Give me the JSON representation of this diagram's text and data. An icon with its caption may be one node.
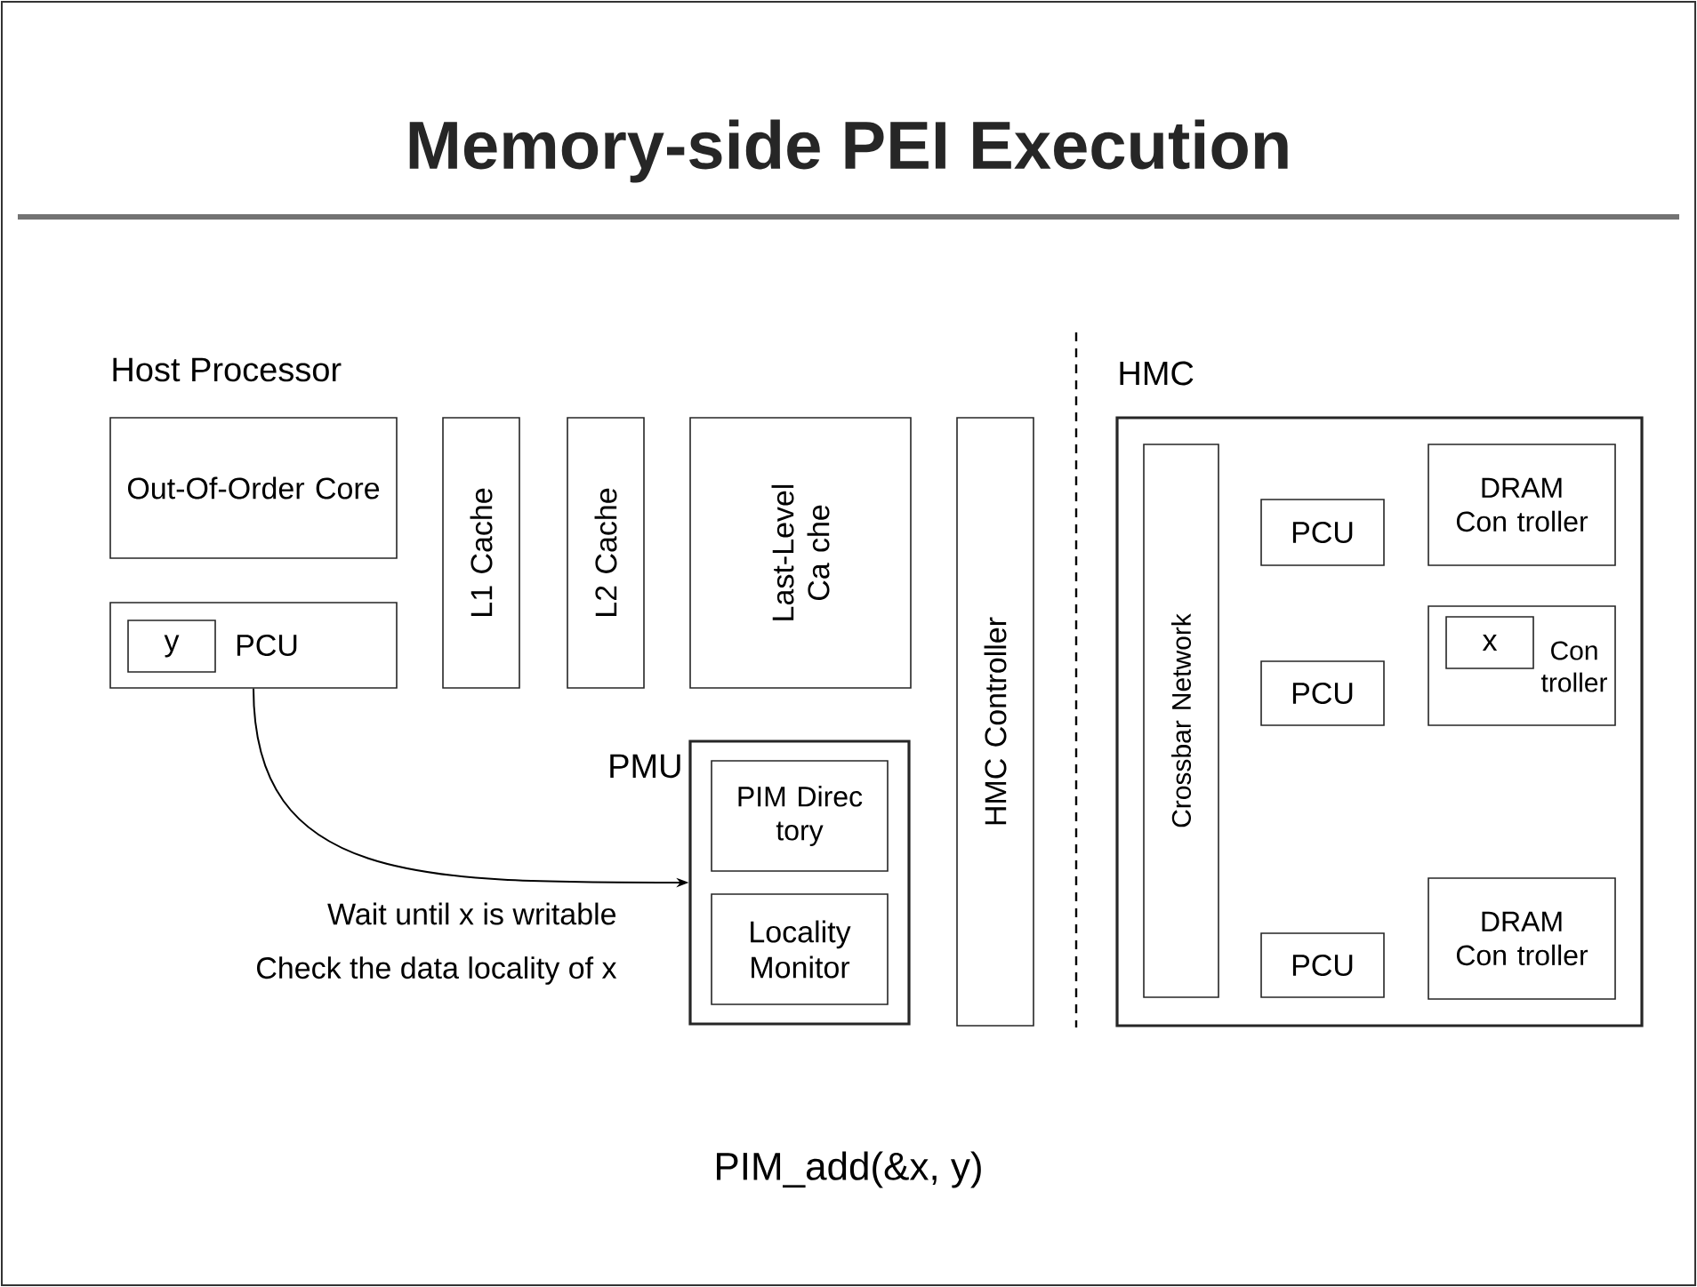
{
  "diagram": {
    "title": "Memory-side PEI Execution",
    "nodes": [
      {
        "text": [
          "Out-Of-Order Core"
        ]
      },
      {
        "text": [
          "PCU"
        ]
      },
      {
        "text": [
          "y"
        ],
        "in": 1
      },
      {
        "text": [
          "L1 Cache"
        ]
      },
      {
        "text": [
          "L2 Cache"
        ]
      },
      {
        "text": [
          "Last-Level Ca che"
        ]
      },
      {
        "text": [
          "PMU"
        ]
      },
      {
        "text": [
          "PIM Direc tory"
        ],
        "in": 6
      },
      {
        "text": [
          "Locality Monitor"
        ],
        "in": 6
      },
      {
        "text": [
          "HMC Controller"
        ]
      },
      {
        "text": [
          "HMC"
        ]
      },
      {
        "text": [
          "Crossbar Network"
        ],
        "in": 10
      },
      {
        "text": [
          "PCU"
        ],
        "in": 10
      },
      {
        "text": [
          "DRAM Con troller"
        ],
        "in": 10
      },
      {
        "text": [
          "PCU"
        ],
        "in": 10
      },
      {
        "text": [
          "Con troller"
        ],
        "in": 10
      },
      {
        "text": [
          "x"
        ],
        "in": 15
      },
      {
        "text": [
          "PCU"
        ],
        "in": 10
      },
      {
        "text": [
          "DRAM Con troller"
        ],
        "in": 10
      }
    ],
    "edges": [
      {
        "from": 1,
        "to": 6,
        "arrow": "to"
      }
    ],
    "labels": [
      "Host Processor",
      "Wait until x is writable",
      "Check the data locality of x",
      "PIM_add(&x, y)"
    ]
  }
}
